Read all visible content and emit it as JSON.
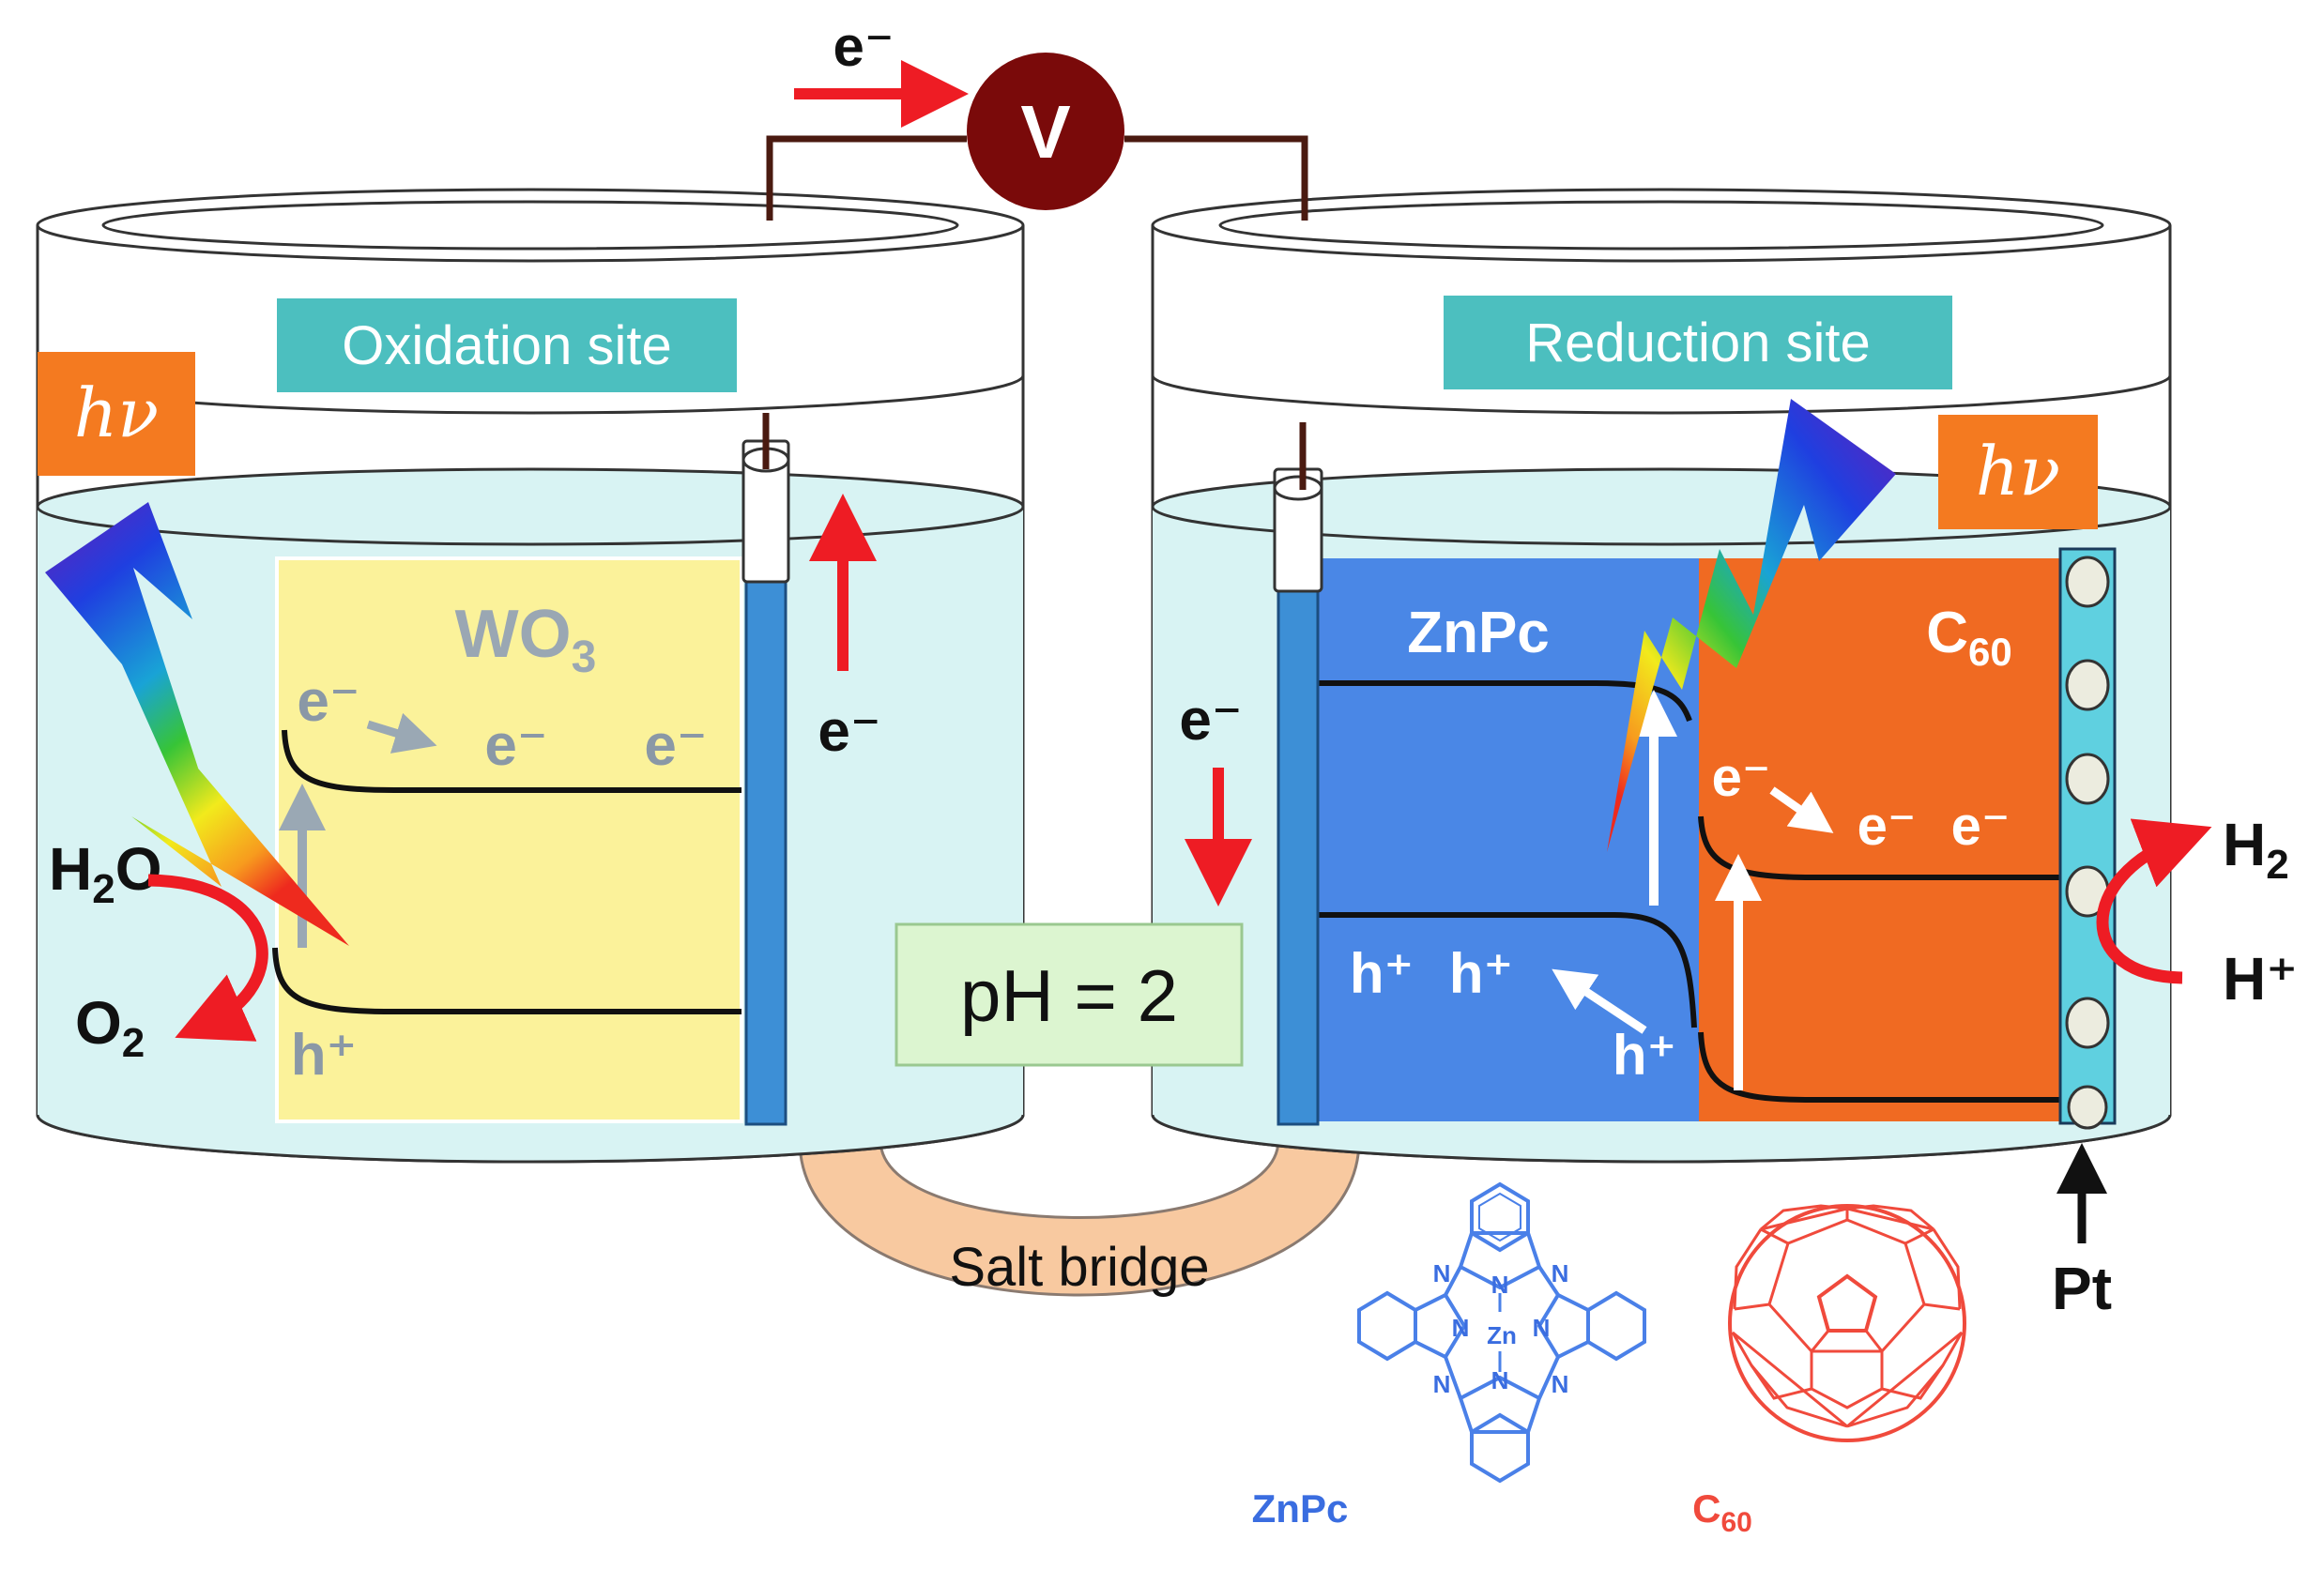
{
  "top": {
    "electron": "e⁻",
    "voltmeter": "V"
  },
  "left_cell": {
    "site_label": "Oxidation site",
    "light": "hν",
    "material": "WO",
    "material_sub": "3",
    "conduction_electrons": [
      "e⁻",
      "e⁻",
      "e⁻"
    ],
    "hole": "h⁺",
    "reactant_main": "H",
    "reactant_sub": "2",
    "reactant_tail": "O",
    "product_main": "O",
    "product_sub": "2",
    "electrode_electron": "e⁻"
  },
  "right_cell": {
    "site_label": "Reduction site",
    "light": "hν",
    "electrode_electron": "e⁻",
    "donor": "ZnPc",
    "acceptor_main": "C",
    "acceptor_sub": "60",
    "acceptor_electrons": [
      "e⁻",
      "e⁻",
      "e⁻"
    ],
    "donor_holes": [
      "h⁺",
      "h⁺"
    ],
    "interface_hole": "h⁺",
    "product_main": "H",
    "product_sub": "2",
    "proton": "H⁺",
    "catalyst": "Pt"
  },
  "middle": {
    "ph": "pH = 2",
    "salt_bridge": "Salt bridge"
  },
  "structures": {
    "znpc_caption": "ZnPc",
    "znpc_metal": "Zn",
    "znpc_nitrogen": "N",
    "c60_caption_main": "C",
    "c60_caption_sub": "60"
  },
  "colors": {
    "electron_arrow": "#ee1c24",
    "wire": "#4a1a10",
    "voltmeter": "#7a0a0a",
    "label_box": "#4cbfbf",
    "hv_box": "#f47a20",
    "solution": "#d8f3f3",
    "wo3": "#fbf29a",
    "znpc": "#4a87e6",
    "c60": "#f06a22",
    "salt_bridge": "#f8c9a0",
    "ph_box": "#dcf5d0",
    "znpc_structure": "#4a80e8",
    "c60_structure": "#f04a3c"
  }
}
